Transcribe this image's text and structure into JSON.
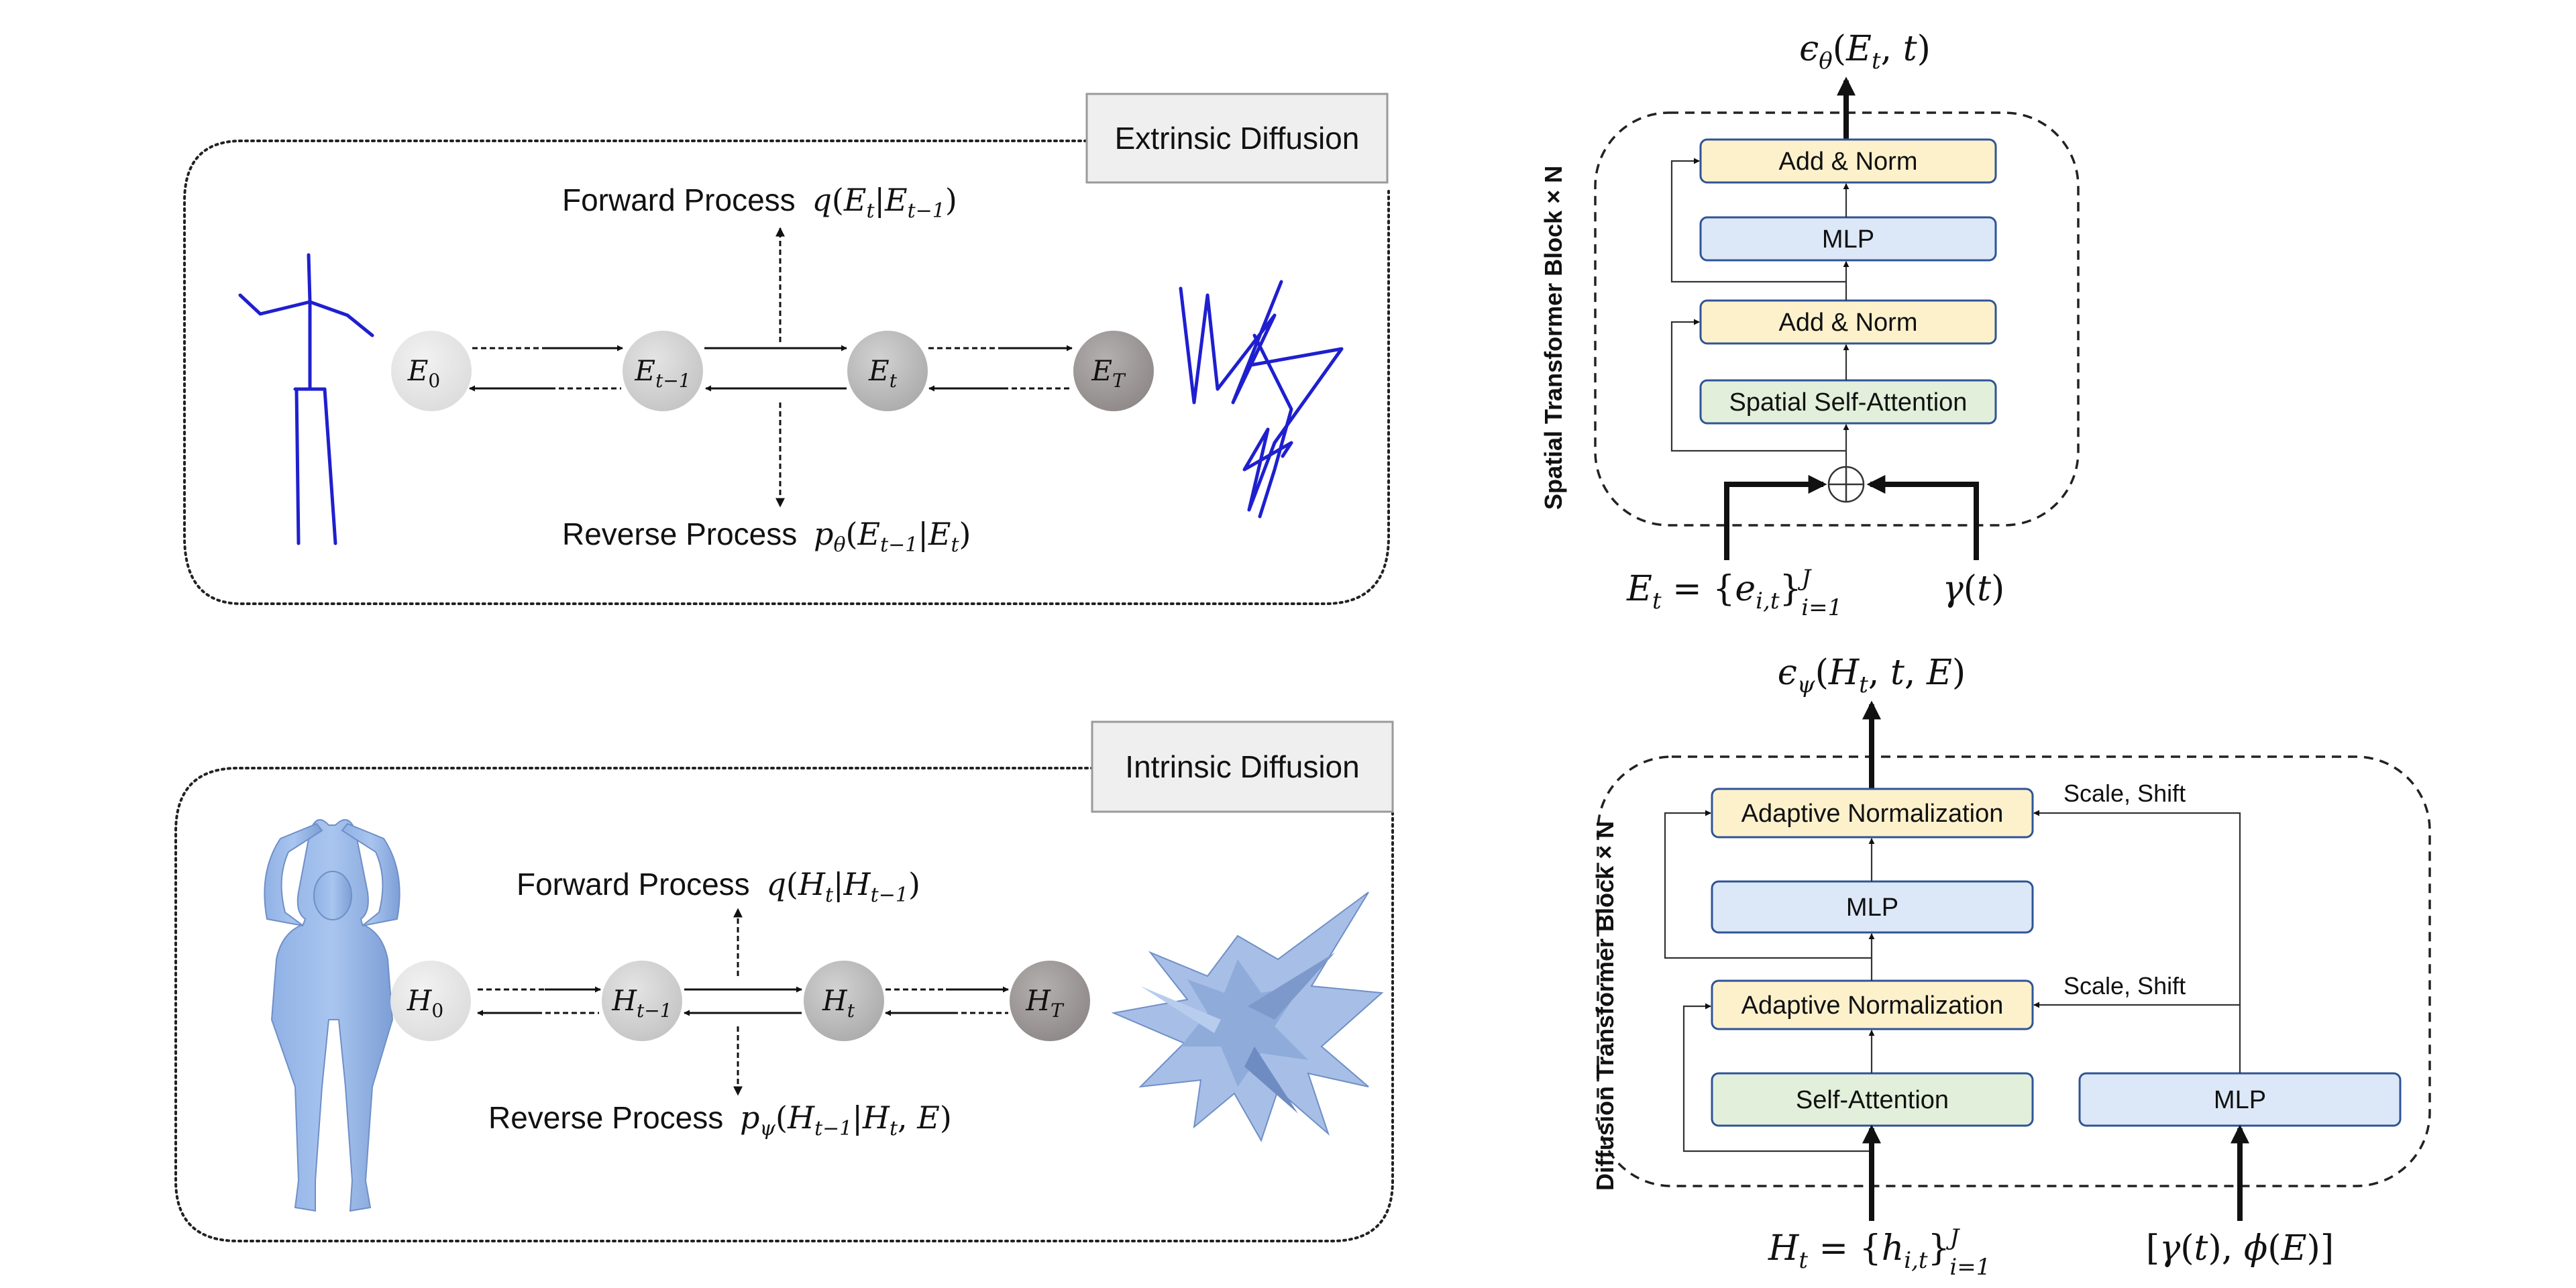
{
  "extrinsic": {
    "title": "Extrinsic Diffusion",
    "forward_label": "Forward Process",
    "reverse_label": "Reverse Process",
    "nodes": [
      {
        "base": "E",
        "sub": "0"
      },
      {
        "base": "E",
        "sub": "t−1"
      },
      {
        "base": "E",
        "sub": "t"
      },
      {
        "base": "E",
        "sub": "T"
      }
    ]
  },
  "intrinsic": {
    "title": "Intrinsic Diffusion",
    "forward_label": "Forward Process",
    "reverse_label": "Reverse Process",
    "nodes": [
      {
        "base": "H",
        "sub": "0"
      },
      {
        "base": "H",
        "sub": "t−1"
      },
      {
        "base": "H",
        "sub": "t"
      },
      {
        "base": "H",
        "sub": "T"
      }
    ]
  },
  "spatial_block": {
    "side_label": "Spatial Transformer Block × N",
    "blocks": [
      "Add & Norm",
      "MLP",
      "Add & Norm",
      "Spatial Self-Attention"
    ]
  },
  "diffusion_block": {
    "side_label": "Diffusion Transformer Block × N",
    "blocks": [
      "Adaptive Normalization",
      "MLP",
      "Adaptive Normalization",
      "Self-Attention"
    ],
    "cond_mlp": "MLP",
    "scale_shift_top": "Scale, Shift",
    "scale_shift_bottom": "Scale, Shift"
  }
}
